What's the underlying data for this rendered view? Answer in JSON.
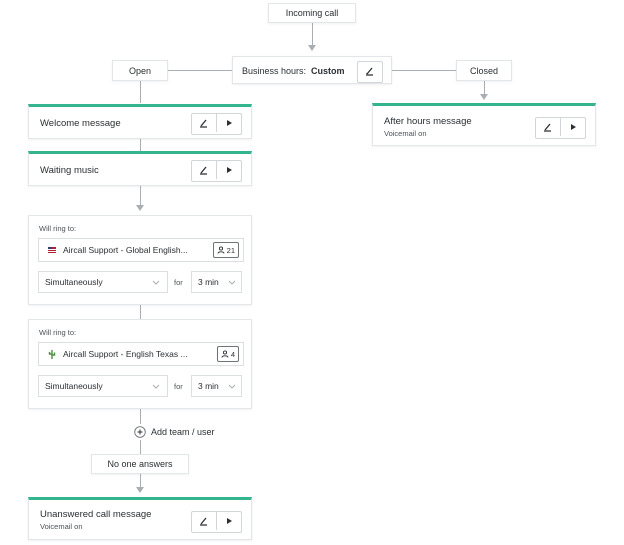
{
  "incoming_call": {
    "label": "Incoming call"
  },
  "business_hours": {
    "label": "Business hours:",
    "value": "Custom"
  },
  "branches": {
    "open": "Open",
    "closed": "Closed"
  },
  "welcome_message": {
    "title": "Welcome message"
  },
  "waiting_music": {
    "title": "Waiting music"
  },
  "after_hours": {
    "title": "After hours message",
    "subtitle": "Voicemail on"
  },
  "ring_groups": [
    {
      "label": "Will ring to:",
      "target": "Aircall Support - Global English...",
      "count": "21",
      "mode": "Simultaneously",
      "for_label": "for",
      "duration": "3 min"
    },
    {
      "label": "Will ring to:",
      "target": "Aircall Support - English Texas ...",
      "count": "4",
      "mode": "Simultaneously",
      "for_label": "for",
      "duration": "3 min"
    }
  ],
  "add_team": {
    "label": "Add team / user"
  },
  "no_one_answers": {
    "label": "No one answers"
  },
  "unanswered": {
    "title": "Unanswered call message",
    "subtitle": "Voicemail on"
  },
  "colors": {
    "accent": "#33b58f",
    "connector": "#a9aeb2",
    "border": "#e3e6e8"
  },
  "icons": [
    "edit-pencil-icon",
    "play-icon",
    "chevron-down-icon",
    "users-icon",
    "plus-icon",
    "flag-icon",
    "cactus-icon",
    "arrow-down-icon"
  ]
}
